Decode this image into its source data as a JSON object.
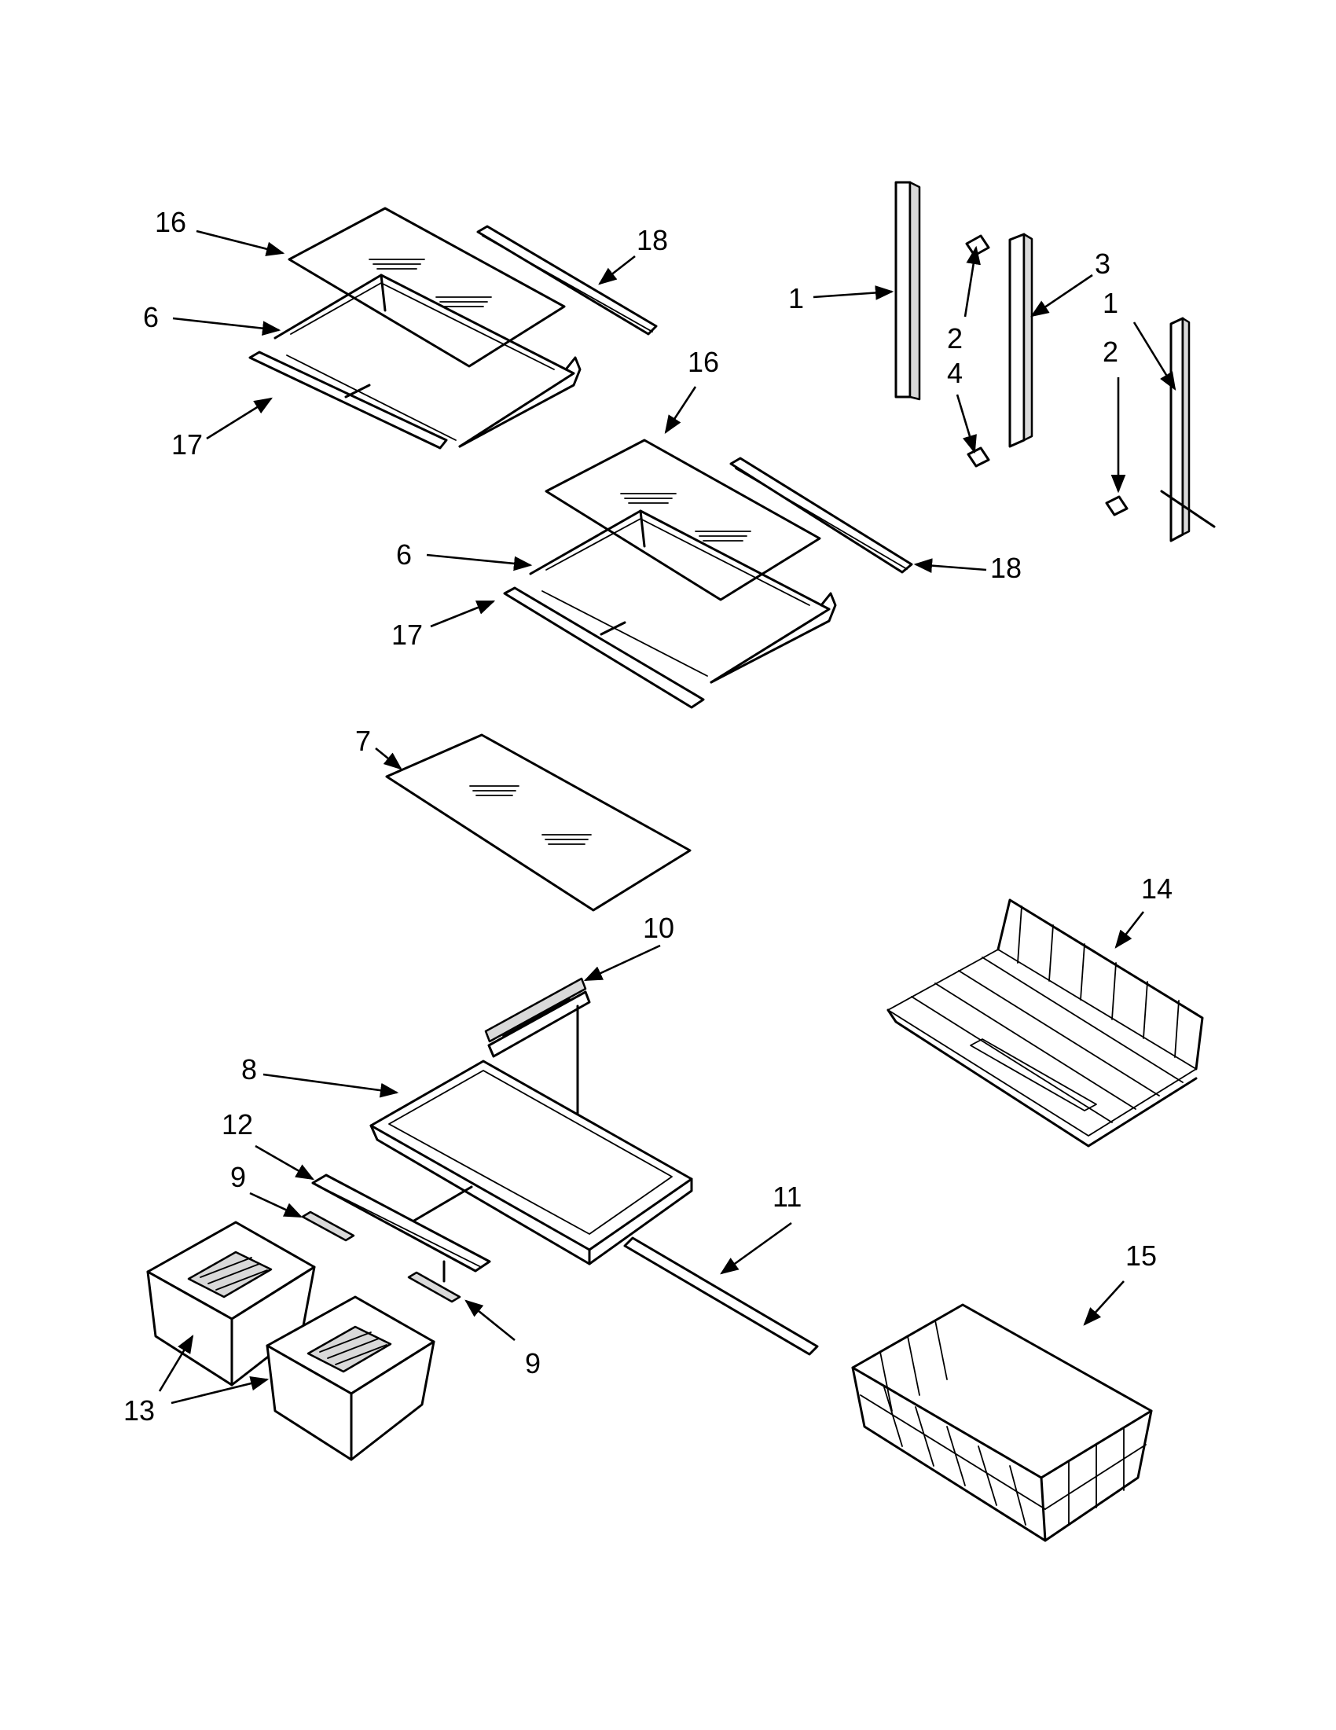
{
  "callouts": [
    {
      "id": "c16a",
      "text": "16"
    },
    {
      "id": "c18a",
      "text": "18"
    },
    {
      "id": "c6a",
      "text": "6"
    },
    {
      "id": "c17a",
      "text": "17"
    },
    {
      "id": "c1a",
      "text": "1"
    },
    {
      "id": "c2a",
      "text": "2"
    },
    {
      "id": "c4",
      "text": "4"
    },
    {
      "id": "c3",
      "text": "3"
    },
    {
      "id": "c1b",
      "text": "1"
    },
    {
      "id": "c2b",
      "text": "2"
    },
    {
      "id": "c16b",
      "text": "16"
    },
    {
      "id": "c6b",
      "text": "6"
    },
    {
      "id": "c18b",
      "text": "18"
    },
    {
      "id": "c17b",
      "text": "17"
    },
    {
      "id": "c7",
      "text": "7"
    },
    {
      "id": "c14",
      "text": "14"
    },
    {
      "id": "c10",
      "text": "10"
    },
    {
      "id": "c8",
      "text": "8"
    },
    {
      "id": "c12",
      "text": "12"
    },
    {
      "id": "c9a",
      "text": "9"
    },
    {
      "id": "c11",
      "text": "11"
    },
    {
      "id": "c9b",
      "text": "9"
    },
    {
      "id": "c13",
      "text": "13"
    },
    {
      "id": "c15",
      "text": "15"
    }
  ]
}
